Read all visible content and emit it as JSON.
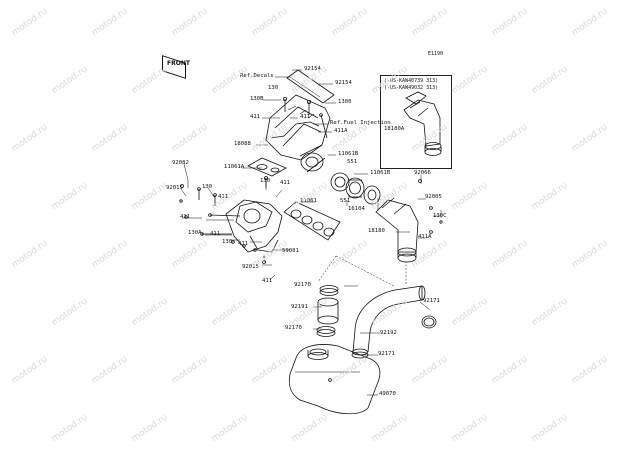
{
  "diagram_id": "E1190",
  "watermark": "motod.ru",
  "callout_mark": "FRONT",
  "inset": {
    "lines": [
      "(-US-KAW40739 313)",
      "(-US-KAW49032 313)"
    ],
    "part": "18180A"
  },
  "labels": [
    {
      "id": "ref-decals",
      "text": "Ref.Decals"
    },
    {
      "id": "92154a",
      "text": "92154"
    },
    {
      "id": "92154b",
      "text": "92154"
    },
    {
      "id": "130a",
      "text": "130"
    },
    {
      "id": "130b",
      "text": "130B"
    },
    {
      "id": "1300",
      "text": "1300"
    },
    {
      "id": "411a",
      "text": "411"
    },
    {
      "id": "411b",
      "text": "411"
    },
    {
      "id": "ref-fuel",
      "text": "Ref.Fuel Injection"
    },
    {
      "id": "411A-top",
      "text": "411A"
    },
    {
      "id": "18088",
      "text": "18088"
    },
    {
      "id": "11061B-a",
      "text": "11061B"
    },
    {
      "id": "551a",
      "text": "551"
    },
    {
      "id": "11061A",
      "text": "11061A"
    },
    {
      "id": "92082",
      "text": "92082"
    },
    {
      "id": "130c",
      "text": "130"
    },
    {
      "id": "411c",
      "text": "411"
    },
    {
      "id": "11061B-b",
      "text": "11061B"
    },
    {
      "id": "92015a",
      "text": "92015"
    },
    {
      "id": "130d",
      "text": "130"
    },
    {
      "id": "411d",
      "text": "411"
    },
    {
      "id": "11061",
      "text": "11061"
    },
    {
      "id": "551b",
      "text": "551"
    },
    {
      "id": "16104",
      "text": "16104"
    },
    {
      "id": "92066",
      "text": "92066"
    },
    {
      "id": "92005",
      "text": "92005"
    },
    {
      "id": "411e",
      "text": "411"
    },
    {
      "id": "130C",
      "text": "130C"
    },
    {
      "id": "130A",
      "text": "130A"
    },
    {
      "id": "411f",
      "text": "411"
    },
    {
      "id": "130e",
      "text": "130"
    },
    {
      "id": "411g",
      "text": "411"
    },
    {
      "id": "59081",
      "text": "59081"
    },
    {
      "id": "18180",
      "text": "18180"
    },
    {
      "id": "411A-bot",
      "text": "411A"
    },
    {
      "id": "92015b",
      "text": "92015"
    },
    {
      "id": "411h",
      "text": "411"
    },
    {
      "id": "92170a",
      "text": "92170"
    },
    {
      "id": "92191",
      "text": "92191"
    },
    {
      "id": "92170b",
      "text": "92170"
    },
    {
      "id": "92171a",
      "text": "92171"
    },
    {
      "id": "92192",
      "text": "92192"
    },
    {
      "id": "92171b",
      "text": "92171"
    },
    {
      "id": "49070",
      "text": "49070"
    }
  ]
}
